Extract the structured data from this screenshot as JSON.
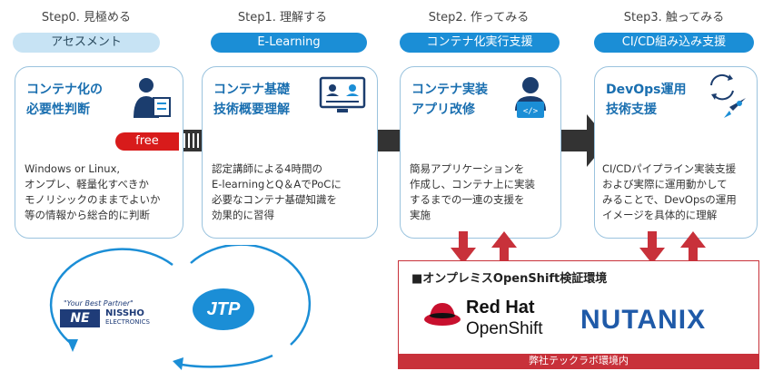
{
  "steps": [
    {
      "title": "Step0. 見極める",
      "pill": "アセスメント",
      "card_title": "コンテナ化の\n必要性判断",
      "badge": "free",
      "body": "Windows or Linux,\nオンプレ、軽量化すべきか\nモノリシックのままでよいか\n等の情報から総合的に判断"
    },
    {
      "title": "Step1. 理解する",
      "pill": "E-Learning",
      "card_title": "コンテナ基礎\n技術概要理解",
      "body": "認定講師による4時間の\nE-learningとQ＆AでPoCに\n必要なコンテナ基礎知識を\n効果的に習得"
    },
    {
      "title": "Step2. 作ってみる",
      "pill": "コンテナ化実行支援",
      "card_title": "コンテナ実装\nアプリ改修",
      "body": "簡易アプリケーションを\n作成し、コンテナ上に実装\nするまでの一連の支援を\n実施"
    },
    {
      "title": "Step3. 触ってみる",
      "pill": "CI/CD組み込み支援",
      "card_title": "DevOps運用\n技術支援",
      "body": "CI/CDパイプライン実装支援\nおよび実際に運用動かして\nみることで、DevOpsの運用\nイメージを具体的に理解"
    }
  ],
  "environment": {
    "title": "■オンプレミスOpenShift検証環境",
    "redhat_line1": "Red Hat",
    "redhat_line2": "OpenShift",
    "nutanix": "NUTANIX",
    "footer": "弊社テックラボ環境内"
  },
  "partners": {
    "tagline": "\"Your Best Partner\"",
    "ne_letters": "NE",
    "nissho_line1": "NISSHO",
    "nissho_line2": "ELECTRONICS",
    "jtp": "JTP"
  },
  "colors": {
    "accent": "#1b8ed6",
    "light_pill": "#c7e3f4",
    "card_title": "#1a6fb0",
    "red": "#c8313a",
    "badge": "#d81b1b",
    "nutanix": "#1f5aa8"
  }
}
